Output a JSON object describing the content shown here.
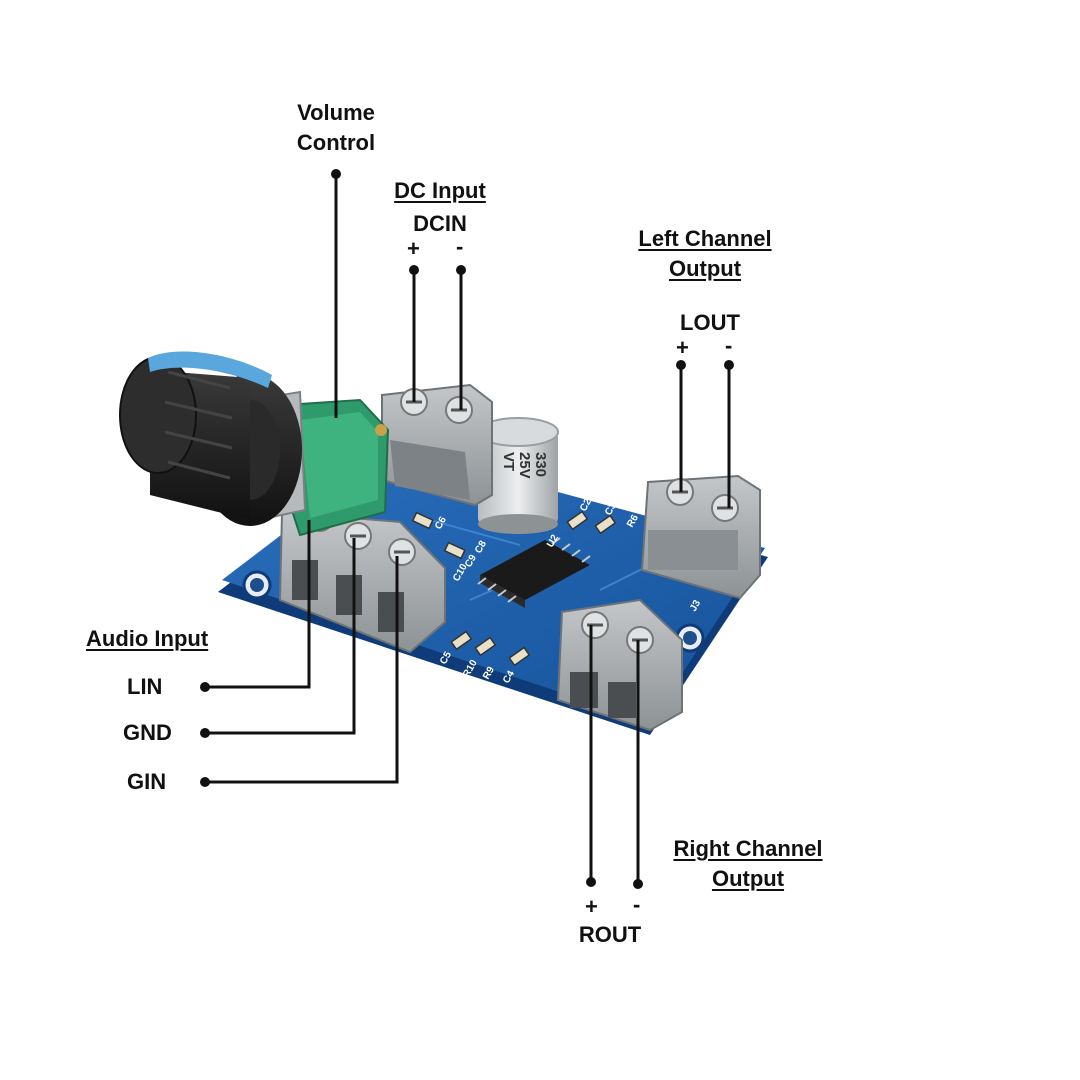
{
  "colors": {
    "pcb": "#1f5fa8",
    "pcb_edge": "#0f3c78",
    "terminal": "#9ea3a6",
    "terminal_dark": "#6e7377",
    "pot_green": "#2f9a6b",
    "knob": "#222222",
    "knob_blue": "#5aa7de",
    "leader": "#111111",
    "text": "#111111"
  },
  "labels": {
    "volume_line1": "Volume",
    "volume_line2": "Control",
    "dc_title": "DC Input",
    "dc_name": "DCIN",
    "dc_plus": "+",
    "dc_minus": "-",
    "left_line1": "Left Channel",
    "left_line2": "Output",
    "lout_name": "LOUT",
    "lout_plus": "+",
    "lout_minus": "-",
    "audio_title": "Audio Input",
    "lin": "LIN",
    "gnd": "GND",
    "gin": "GIN",
    "right_line1": "Right Channel",
    "right_line2": "Output",
    "rout_plus": "+",
    "rout_minus": "-",
    "rout_name": "ROUT"
  },
  "board_markings": {
    "cap_line1": "330",
    "cap_line2": "25V",
    "cap_line3": "VT",
    "u2": "U2",
    "j3": "J3",
    "c2": "C2",
    "c3": "C3",
    "r6": "R6",
    "c5": "C5",
    "r10": "R10",
    "r9": "R9",
    "c4": "C4",
    "c6": "C6",
    "c10": "C10",
    "c9": "C9",
    "c8": "C8"
  }
}
